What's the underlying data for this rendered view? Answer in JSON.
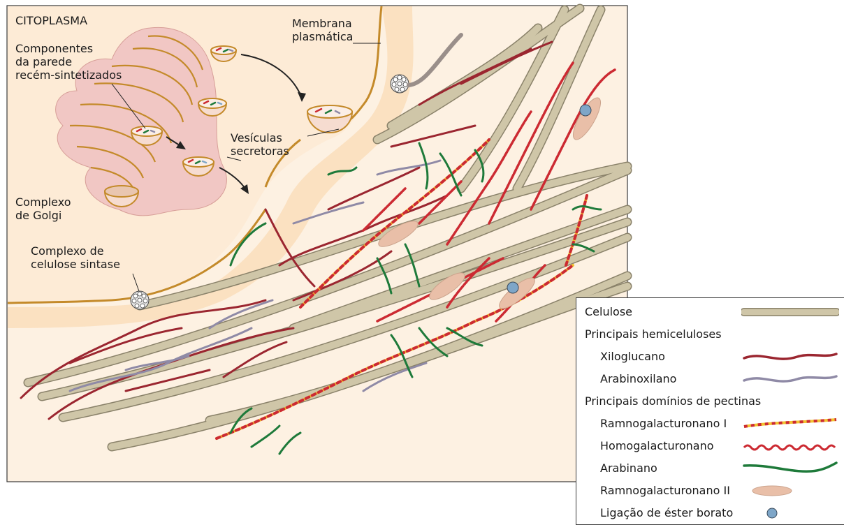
{
  "labels": {
    "citoplasma": "CITOPLASMA",
    "componentes": "Componentes\nda parede\nrecém-sintetizados",
    "membrana": "Membrana\nplasmática",
    "vesiculas": "Vesículas\nsecretoras",
    "golgi": "Complexo\nde Golgi",
    "celulose_sintase": "Complexo de\ncelulose sintase"
  },
  "legend": {
    "items": [
      {
        "label": "Celulose",
        "symbol": "cellulose"
      },
      {
        "label": "Principais hemiceluloses",
        "symbol": "none"
      },
      {
        "label": "Xiloglucano",
        "symbol": "xyloglucan"
      },
      {
        "label": "Arabinoxilano",
        "symbol": "arabinoxylan"
      },
      {
        "label": "Principais domínios de pectinas",
        "symbol": "none"
      },
      {
        "label": "Ramnogalacturonano I",
        "symbol": "rg1"
      },
      {
        "label": "Homogalacturonano",
        "symbol": "hg"
      },
      {
        "label": "Arabinano",
        "symbol": "arabinan"
      },
      {
        "label": "Ramnogalacturonano II",
        "symbol": "rg2"
      },
      {
        "label": "Ligação de éster borato",
        "symbol": "borate"
      }
    ]
  },
  "colors": {
    "cellulose": "#cfc6a8",
    "xyloglucan": "#9b2630",
    "arabinoxylan": "#8f8aa6",
    "hg": "#cc2a32",
    "rg1_a": "#cc2a32",
    "rg1_b": "#f2c230",
    "arabinan": "#1e7a3a",
    "rg2": "#e9bfa8",
    "borate": "#7ea6c8",
    "cytoplasm": "#fdebd6",
    "golgi": "#f1c7c4",
    "membrane": "#c48a2a"
  }
}
